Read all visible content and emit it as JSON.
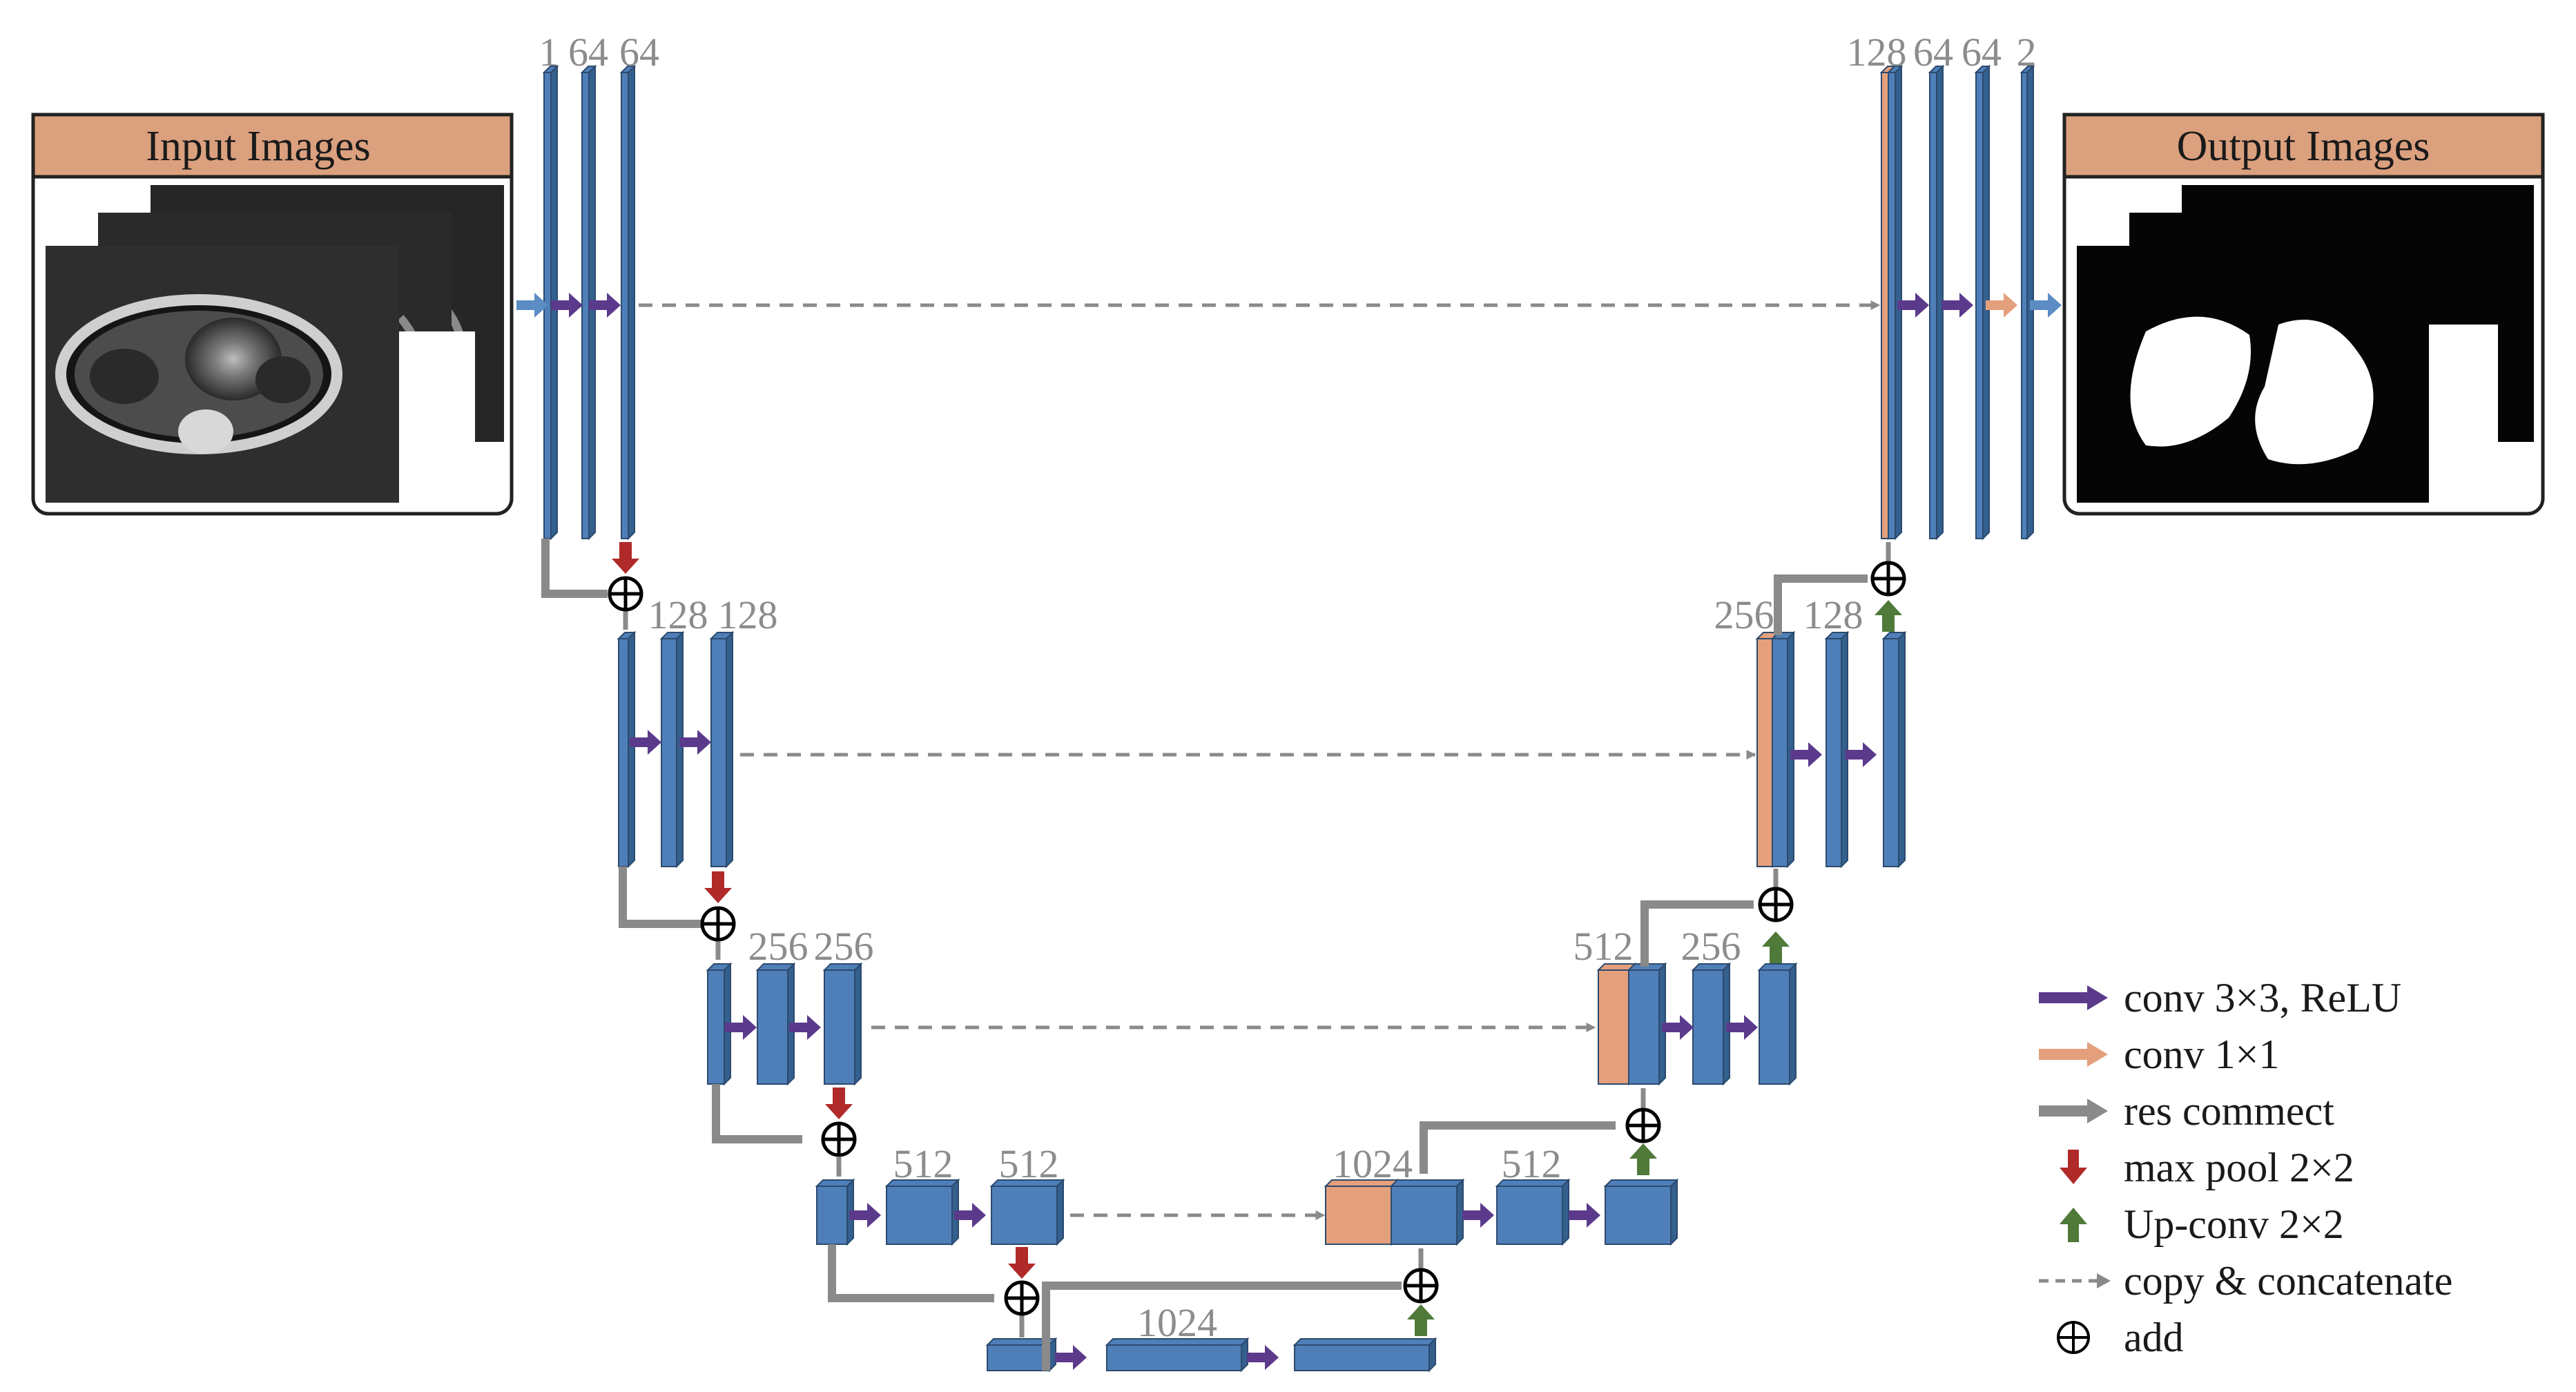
{
  "panels": {
    "input": {
      "title": "Input Images",
      "description": "Stack of chest CT slices"
    },
    "output": {
      "title": "Output Images",
      "description": "Stack of binary lung segmentation masks"
    }
  },
  "channel_labels": {
    "enc1": [
      "1",
      "64",
      "64"
    ],
    "enc2": [
      "128",
      "128"
    ],
    "enc3": [
      "256",
      "256"
    ],
    "enc4": [
      "512",
      "512"
    ],
    "bottleneck": [
      "1024"
    ],
    "dec4": [
      "1024",
      "512"
    ],
    "dec3": [
      "512",
      "256"
    ],
    "dec2": [
      "256",
      "128"
    ],
    "dec1": [
      "128",
      "64",
      "64",
      "2"
    ]
  },
  "legend": [
    {
      "label": "conv 3×3, ReLU",
      "symbol": "arrow-conv3x3",
      "color": "#5b3a8c"
    },
    {
      "label": "conv 1×1",
      "symbol": "arrow-conv1x1",
      "color": "#e4a07c"
    },
    {
      "label": "res commect",
      "symbol": "arrow-res",
      "color": "#8a8a8a"
    },
    {
      "label": "max pool 2×2",
      "symbol": "arrow-maxpool",
      "color": "#b02a2a"
    },
    {
      "label": "Up-conv 2×2",
      "symbol": "arrow-upconv",
      "color": "#4f7a3a"
    },
    {
      "label": "copy & concatenate",
      "symbol": "dashed-arrow-copy",
      "color": "#8a8a8a"
    },
    {
      "label": "add",
      "symbol": "circled-plus",
      "color": "#000000"
    }
  ],
  "colors": {
    "feature_block": "#4f7fb8",
    "feature_block_dark": "#34608e",
    "concat_block": "#e4a07c",
    "panel_header": "#dba07e",
    "conv": "#5b3a8c",
    "conv1x1": "#e4a07c",
    "io_arrow": "#5b8cc4",
    "res": "#8a8a8a",
    "maxpool": "#b02a2a",
    "upconv": "#4f7a3a",
    "copy": "#8a8a8a"
  }
}
